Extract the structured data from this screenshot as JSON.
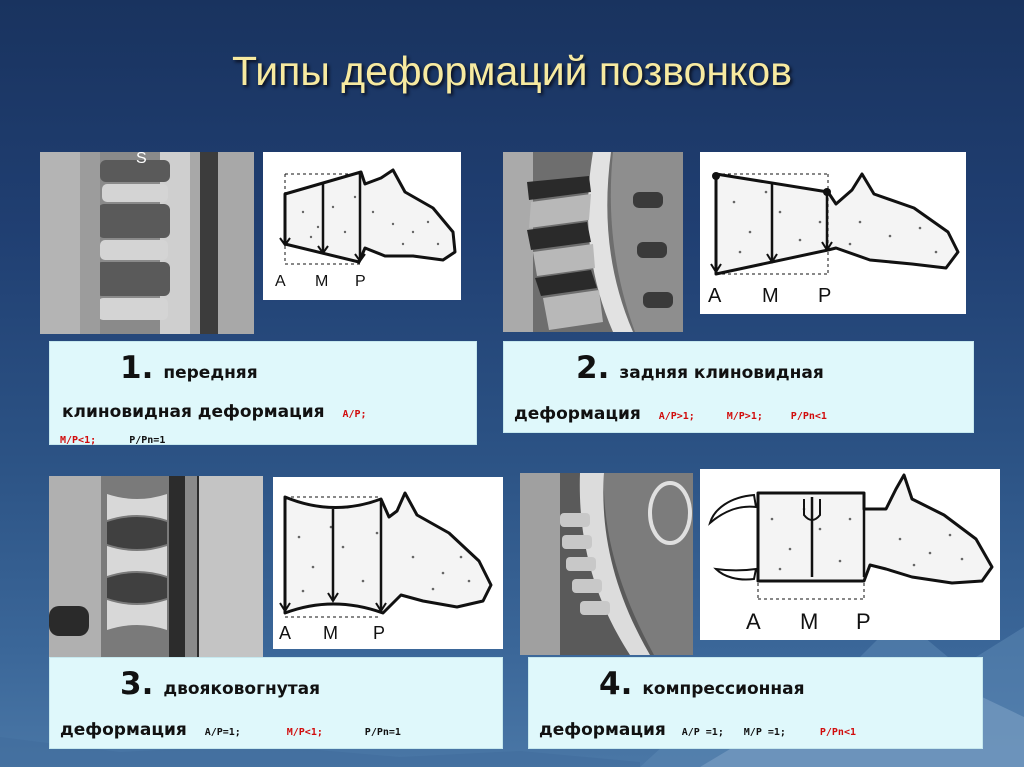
{
  "slide": {
    "title": "Типы деформаций позвонков",
    "colors": {
      "title": "#f7eaa0",
      "caption_bg": "#dff8fb",
      "ratio_red": "#d10c0c"
    }
  },
  "panels": [
    {
      "number": "1.",
      "line1": "передняя",
      "line2": "клиновидная деформация",
      "ratios_line2": [
        "A/P;"
      ],
      "ratios_line3": [
        "M/P<1;",
        "P/Pn=1"
      ],
      "mri_marker": "S",
      "drawing_labels": [
        "A",
        "M",
        "P"
      ]
    },
    {
      "number": "2.",
      "line1": "задняя клиновидная",
      "line2": "деформация",
      "ratios_line2": [
        "A/P>1;",
        "M/P>1;",
        "P/Pn<1"
      ],
      "drawing_labels": [
        "A",
        "M",
        "P"
      ]
    },
    {
      "number": "3.",
      "line1": "двояковогнутая",
      "line2": "деформация",
      "ratios_line2": [
        "A/P=1;",
        "M/P<1;",
        "P/Pn=1"
      ],
      "drawing_labels": [
        "A",
        "M",
        "P"
      ]
    },
    {
      "number": "4.",
      "line1": "компрессионная",
      "line2": "деформация",
      "ratios_line2": [
        "A/P =1;",
        "M/P =1;",
        "P/Pn<1"
      ],
      "drawing_labels": [
        "A",
        "M",
        "P"
      ]
    }
  ]
}
